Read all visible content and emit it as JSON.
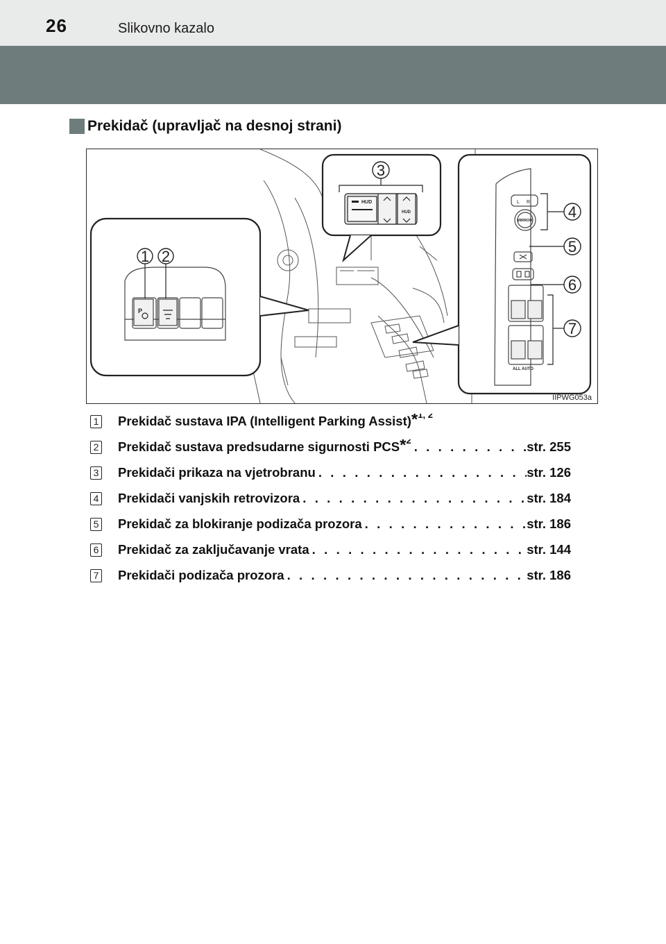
{
  "header": {
    "page_number": "26",
    "chapter": "Slikovno kazalo"
  },
  "section": {
    "title": "Prekidač (upravljač na desnoj strani)"
  },
  "figure": {
    "code": "IIPWG053a",
    "callouts": [
      "1",
      "2",
      "3",
      "4",
      "5",
      "6",
      "7"
    ],
    "labels": {
      "hud": "HUD",
      "mirror": "MIRROR",
      "all_auto": "ALL AUTO",
      "l": "L",
      "r": "R"
    }
  },
  "items": [
    {
      "num": "1",
      "text": "Prekidač sustava IPA (Intelligent Parking Assist)",
      "note": "1, 2",
      "ref": ""
    },
    {
      "num": "2",
      "text": "Prekidač sustava predsudarne sigurnosti PCS",
      "note": "2",
      "ref": "str. 255"
    },
    {
      "num": "3",
      "text": "Prekidači prikaza na vjetrobranu",
      "note": "",
      "ref": "str. 126"
    },
    {
      "num": "4",
      "text": "Prekidači vanjskih retrovizora",
      "note": "",
      "ref": "str. 184"
    },
    {
      "num": "5",
      "text": "Prekidač za blokiranje podizača prozora",
      "note": "",
      "ref": "str. 186"
    },
    {
      "num": "6",
      "text": "Prekidač za zaključavanje vrata",
      "note": "",
      "ref": "str. 144"
    },
    {
      "num": "7",
      "text": "Prekidači podizača prozora",
      "note": "",
      "ref": "str. 186"
    }
  ]
}
